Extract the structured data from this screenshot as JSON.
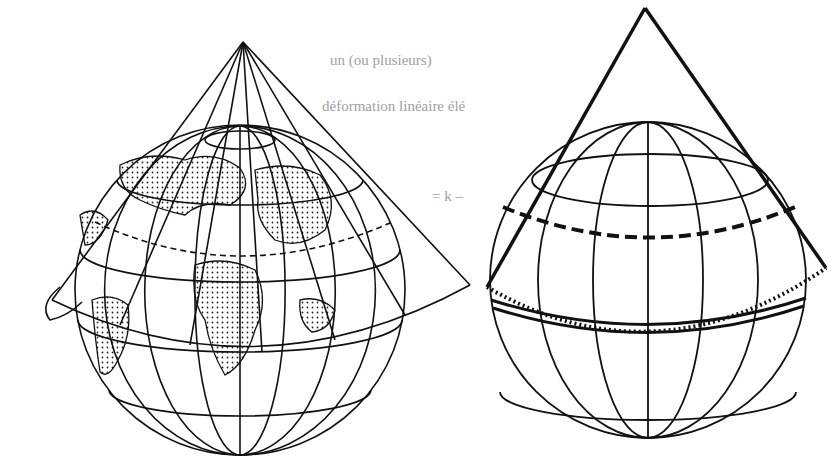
{
  "diagram": {
    "labels": [
      "un (ou plusieurs)",
      "déformation linéaire élé",
      "= k –"
    ]
  }
}
